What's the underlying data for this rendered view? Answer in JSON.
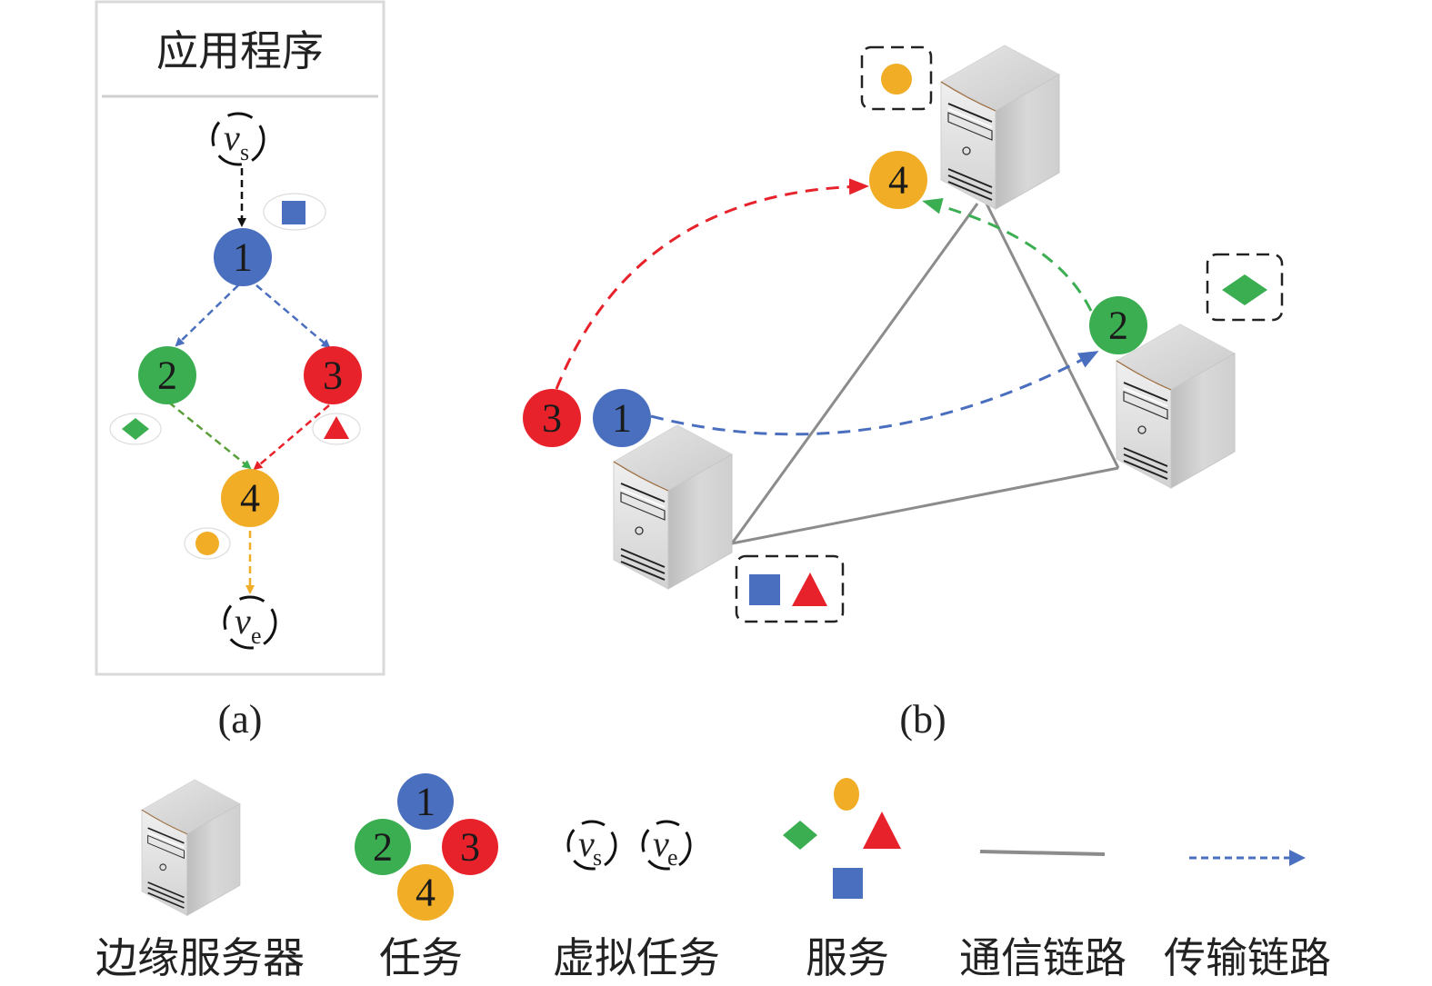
{
  "colors": {
    "blue": "#4a6fbf",
    "green": "#3cae52",
    "red": "#e8222b",
    "orange": "#f0ad25",
    "gray_link": "#8c8c8c",
    "dashed_box": "#222222"
  },
  "panel_a": {
    "title": "应用程序",
    "caption": "(a)",
    "virtual_start": {
      "main": "v",
      "sub": "s"
    },
    "virtual_end": {
      "main": "v",
      "sub": "e"
    },
    "tasks": [
      {
        "id": "1",
        "color": "blue",
        "service": "square"
      },
      {
        "id": "2",
        "color": "green",
        "service": "diamond"
      },
      {
        "id": "3",
        "color": "red",
        "service": "triangle"
      },
      {
        "id": "4",
        "color": "orange",
        "service": "circle"
      }
    ],
    "edges": [
      {
        "from": "vs",
        "to": "1",
        "color": "black"
      },
      {
        "from": "1",
        "to": "2",
        "color": "blue"
      },
      {
        "from": "1",
        "to": "3",
        "color": "blue"
      },
      {
        "from": "2",
        "to": "4",
        "color": "green"
      },
      {
        "from": "3",
        "to": "4",
        "color": "red"
      },
      {
        "from": "4",
        "to": "ve",
        "color": "orange"
      }
    ]
  },
  "panel_b": {
    "caption": "(b)",
    "servers": [
      {
        "name": "server-left",
        "services": [
          "square",
          "triangle"
        ]
      },
      {
        "name": "server-top",
        "services": [
          "circle"
        ]
      },
      {
        "name": "server-right",
        "services": [
          "diamond"
        ]
      }
    ],
    "task_labels": {
      "t1": "1",
      "t2": "2",
      "t3": "3",
      "t4": "4"
    },
    "transmissions": [
      {
        "from": "3",
        "to": "4",
        "color": "red"
      },
      {
        "from": "1",
        "to": "2",
        "color": "blue"
      },
      {
        "from": "2",
        "to": "4",
        "color": "green"
      }
    ],
    "communication_links": [
      [
        "server-left",
        "server-top"
      ],
      [
        "server-top",
        "server-right"
      ],
      [
        "server-left",
        "server-right"
      ]
    ]
  },
  "legend": {
    "items": [
      {
        "key": "edge-server",
        "label": "边缘服务器"
      },
      {
        "key": "task",
        "label": "任务"
      },
      {
        "key": "virtual-task",
        "label": "虚拟任务"
      },
      {
        "key": "service",
        "label": "服务"
      },
      {
        "key": "communication-link",
        "label": "通信链路"
      },
      {
        "key": "transmission-link",
        "label": "传输链路"
      }
    ],
    "task_numbers": [
      "1",
      "2",
      "3",
      "4"
    ],
    "virtual": [
      {
        "main": "v",
        "sub": "s"
      },
      {
        "main": "v",
        "sub": "e"
      }
    ]
  }
}
